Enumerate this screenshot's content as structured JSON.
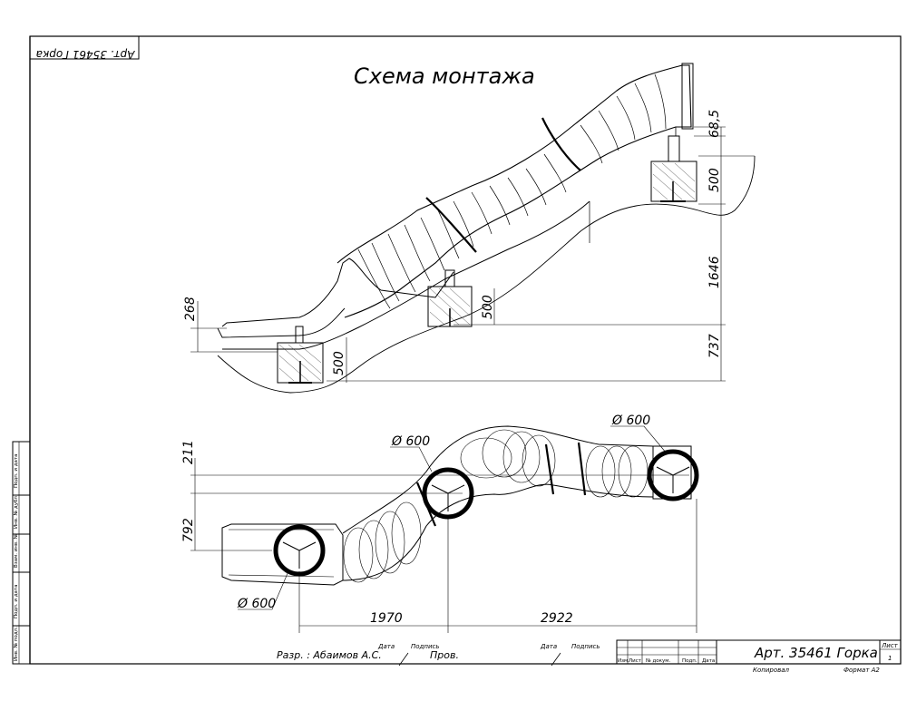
{
  "drawing": {
    "title": "Схема монтажа",
    "mirror_stamp": "Арт. 35461 Горка",
    "elevation_dimensions": {
      "d_68_5": "68,5",
      "d_500_top": "500",
      "d_1646": "1646",
      "d_737": "737",
      "d_268": "268",
      "d_500_mid": "500",
      "d_500_bottom": "500"
    },
    "plan_dimensions": {
      "d_211": "211",
      "d_792": "792",
      "d_1970": "1970",
      "d_2922": "2922",
      "dia_top": "Ø 600",
      "dia_mid": "Ø 600",
      "dia_bottom": "Ø 600"
    }
  },
  "left_margin": {
    "cells": [
      "Подп. и дата",
      "Инв. № дубл.",
      "Взам. инв. №",
      "Подп. и дата",
      "Инв. № подл."
    ]
  },
  "stamp": {
    "developer": "Разр. : Абаимов А.С.",
    "checker": "Пров.",
    "date_label_1": "Дата",
    "sign_label_1": "Подпись",
    "date_label_2": "Дата",
    "sign_label_2": "Подпись",
    "headers": [
      "Изм.",
      "Лист",
      "№ докум.",
      "Подп.",
      "Дата"
    ],
    "article": "Арт. 35461 Горка",
    "sheet_label": "Лист",
    "sheet_number": "1",
    "copied": "Копировал",
    "format": "Формат А2"
  }
}
